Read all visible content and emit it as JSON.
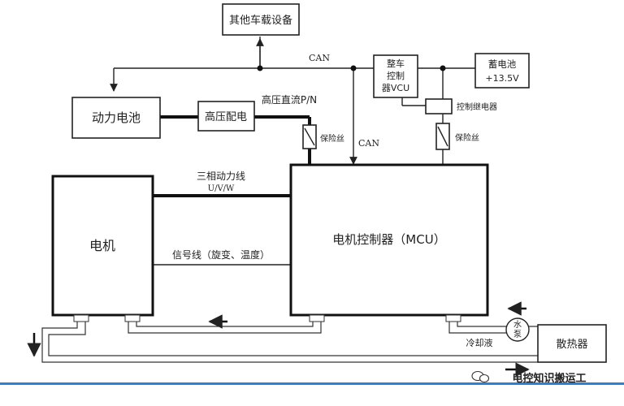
{
  "nodes": {
    "other_devices": "其他车载设备",
    "power_battery": "动力电池",
    "hv_distribution": "高压配电",
    "vcu": [
      "整车",
      "控制",
      "器VCU"
    ],
    "battery_12v": [
      "蓄电池",
      "+13.5V"
    ],
    "control_relay": "控制继电器",
    "motor": "电机",
    "mcu": "电机控制器（MCU）",
    "radiator": "散热器",
    "pump": [
      "水",
      "泵"
    ]
  },
  "edges": {
    "can_top": "CAN",
    "can_side": "CAN",
    "hv_dc": "高压直流P/N",
    "fuse_left": "保险丝",
    "fuse_right": "保险丝",
    "three_phase": [
      "三相动力线",
      "U/V/W"
    ],
    "signal_line": "信号线（旋变、温度）",
    "coolant": "冷却液"
  },
  "footer": {
    "watermark": "电控知识搬运工",
    "watermark_icon": "wechat-icon"
  },
  "colors": {
    "rule_blue": "#2e7fd6"
  }
}
